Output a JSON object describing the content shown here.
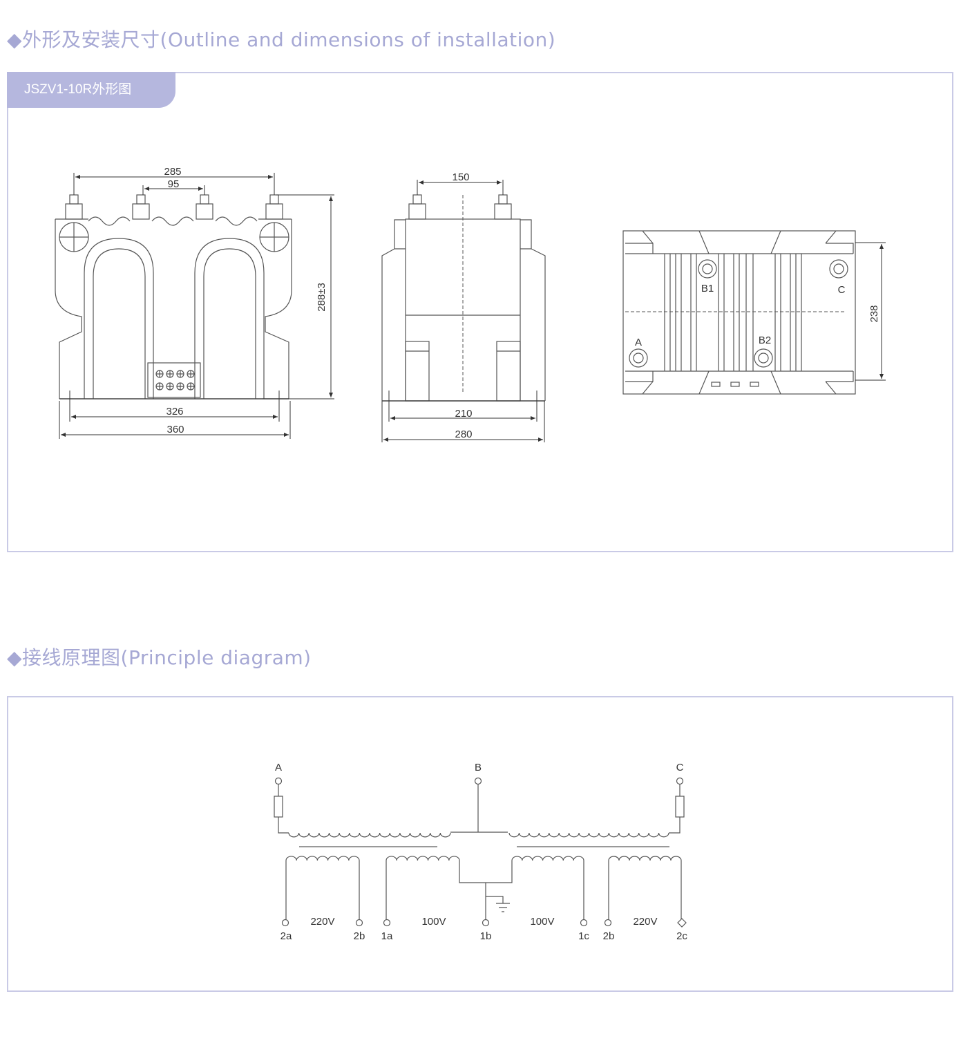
{
  "outline_section": {
    "title": "◆外形及安装尺寸(Outline and dimensions of installation)",
    "tab_label": "JSZV1-10R外形图",
    "front_view": {
      "dim_top_outer": "285",
      "dim_top_inner": "95",
      "dim_height": "288±3",
      "dim_base_inner": "326",
      "dim_base_outer": "360"
    },
    "side_view": {
      "dim_top": "150",
      "dim_base_inner": "210",
      "dim_base_outer": "280"
    },
    "top_view": {
      "terminals": [
        "B1",
        "C",
        "A",
        "B2"
      ],
      "dim_depth": "238"
    }
  },
  "principle_section": {
    "title": "◆接线原理图(Principle diagram)",
    "primary_terminals": [
      "A",
      "B",
      "C"
    ],
    "secondary_terminals": [
      "2a",
      "2b",
      "1a",
      "1b",
      "1c",
      "2b",
      "2c"
    ],
    "voltages": [
      "220V",
      "100V",
      "100V",
      "220V"
    ]
  }
}
